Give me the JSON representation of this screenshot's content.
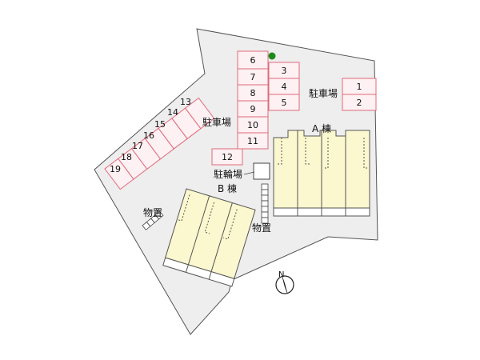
{
  "buildings": {
    "a_label": "A 棟",
    "b_label": "B 棟"
  },
  "labels": {
    "parking_left": "駐車場",
    "parking_right": "駐車場",
    "bicycle_parking": "駐輪場",
    "storage_left": "物置",
    "storage_center": "物置"
  },
  "parking_spaces": {
    "s1": "1",
    "s2": "2",
    "s3": "3",
    "s4": "4",
    "s5": "5",
    "s6": "6",
    "s7": "7",
    "s8": "8",
    "s9": "9",
    "s10": "10",
    "s11": "11",
    "s12": "12",
    "s13": "13",
    "s14": "14",
    "s15": "15",
    "s16": "16",
    "s17": "17",
    "s18": "18",
    "s19": "19"
  },
  "compass": {
    "north": "N"
  },
  "colors": {
    "lot": "#eeeeee",
    "building": "#fbf7cf",
    "parking_stroke": "#e06a7a",
    "tree": "#1e8a1e"
  }
}
